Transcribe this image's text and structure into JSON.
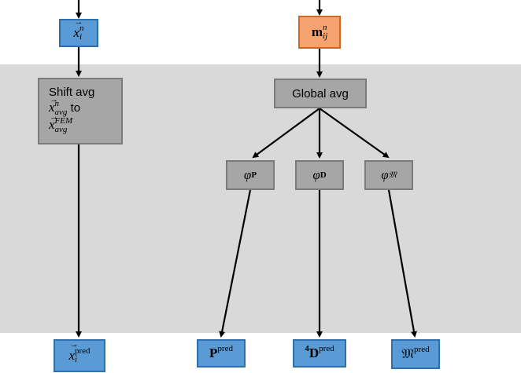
{
  "nodes": {
    "x_in": {
      "base": "x",
      "sub": "i",
      "sup": "n"
    },
    "m_in": {
      "base": "m",
      "sub": "ij",
      "sup": "n"
    },
    "shift": {
      "line1": "Shift avg",
      "line2_base": "x",
      "line2_sup": "n",
      "line2_sub": "avg",
      "line2_suffix": "to",
      "line3_base": "x",
      "line3_sup": "FEM",
      "line3_sub": "avg"
    },
    "global": {
      "label": "Global avg"
    },
    "phi_p": {
      "base": "φ",
      "sub": "P"
    },
    "phi_d": {
      "base": "φ",
      "sub": "D"
    },
    "phi_m": {
      "base": "φ",
      "sub": "𝔐"
    },
    "x_out": {
      "base": "x",
      "sub": "i",
      "sup": "pred"
    },
    "p_out": {
      "base": "P",
      "sup": "pred"
    },
    "d_out": {
      "pre": "4",
      "base": "D",
      "sup": "pred"
    },
    "m_out": {
      "base": "𝔐",
      "sup": "pred"
    }
  },
  "colors": {
    "io_node": "#5b9bd5",
    "input_m": "#f4a371",
    "op_node": "#a6a6a6",
    "band": "#d9d9d9"
  }
}
